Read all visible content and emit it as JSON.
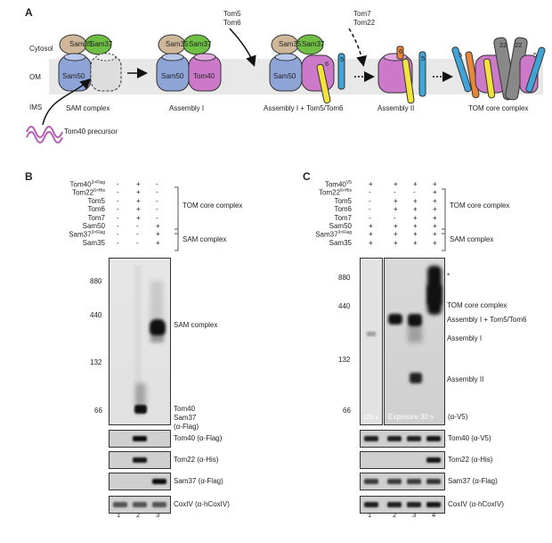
{
  "panel_a": {
    "label": "A",
    "compartments": {
      "cytosol": "Cytosol",
      "om": "OM",
      "ims": "IMS"
    },
    "proteins": {
      "sam35": "Sam35",
      "sam37": "Sam37",
      "sam50": "Sam50",
      "tom40": "Tom40"
    },
    "stage_labels": {
      "sam_complex": "SAM complex",
      "assembly1": "Assembly I",
      "assembly1_tom56": "Assembly I + Tom5/Tom6",
      "assembly2": "Assembly II",
      "tom_core": "TOM core complex"
    },
    "precursor": "Tom40 precursor",
    "arrow_tom5_6": [
      "Tom5",
      "Tom6"
    ],
    "arrow_tom7_22": [
      "Tom7",
      "Tom22"
    ],
    "mini": {
      "n5": "5",
      "n6": "6",
      "n22": "22"
    }
  },
  "panel_b": {
    "label": "B",
    "rows": [
      {
        "name": "Tom40",
        "sup": "3×Flag",
        "vals": [
          "-",
          "+",
          "-"
        ]
      },
      {
        "name": "Tom22",
        "sup": "6×His",
        "vals": [
          "-",
          "+",
          "-"
        ]
      },
      {
        "name": "Tom5",
        "sup": "",
        "vals": [
          "-",
          "+",
          "-"
        ]
      },
      {
        "name": "Tom6",
        "sup": "",
        "vals": [
          "-",
          "+",
          "-"
        ]
      },
      {
        "name": "Tom7",
        "sup": "",
        "vals": [
          "-",
          "+",
          "-"
        ]
      },
      {
        "name": "Sam50",
        "sup": "",
        "vals": [
          "-",
          "-",
          "+"
        ]
      },
      {
        "name": "Sam37",
        "sup": "3×Flag",
        "vals": [
          "-",
          "-",
          "+"
        ]
      },
      {
        "name": "Sam35",
        "sup": "",
        "vals": [
          "-",
          "-",
          "+"
        ]
      }
    ],
    "bracket_tom": "TOM core complex",
    "bracket_sam": "SAM complex",
    "markers": [
      "880",
      "440",
      "132",
      "66"
    ],
    "band_labels": {
      "sam": "SAM complex",
      "tom40": "Tom40",
      "sam37": "Sam37",
      "antibody": "(α-Flag)"
    },
    "strips": [
      "Tom40 (α-Flag)",
      "Tom22 (α-His)",
      "Sam37 (α-Flag)",
      "CoxIV (α-hCoxIV)"
    ],
    "lanes": [
      "1",
      "2",
      "3"
    ]
  },
  "panel_c": {
    "label": "C",
    "rows": [
      {
        "name": "Tom40",
        "sup": "V5",
        "vals": [
          "+",
          "+",
          "+",
          "+"
        ]
      },
      {
        "name": "Tom22",
        "sup": "6×His",
        "vals": [
          "-",
          "-",
          "-",
          "+"
        ]
      },
      {
        "name": "Tom5",
        "sup": "",
        "vals": [
          "-",
          "+",
          "+",
          "+"
        ]
      },
      {
        "name": "Tom6",
        "sup": "",
        "vals": [
          "-",
          "+",
          "+",
          "+"
        ]
      },
      {
        "name": "Tom7",
        "sup": "",
        "vals": [
          "-",
          "-",
          "+",
          "+"
        ]
      },
      {
        "name": "Sam50",
        "sup": "",
        "vals": [
          "+",
          "+",
          "+",
          "+"
        ]
      },
      {
        "name": "Sam37",
        "sup": "3×Flag",
        "vals": [
          "+",
          "+",
          "+",
          "+"
        ]
      },
      {
        "name": "Sam35",
        "sup": "",
        "vals": [
          "+",
          "+",
          "+",
          "+"
        ]
      }
    ],
    "bracket_tom": "TOM core complex",
    "bracket_sam": "SAM complex",
    "markers": [
      "880",
      "440",
      "132",
      "66"
    ],
    "asterisk": "*",
    "band_labels": {
      "tom_core": "TOM core complex",
      "asm1_tom56": "Assembly I + Tom5/Tom6",
      "asm1": "Assembly I",
      "asm2": "Assembly II",
      "antibody": "(α-V5)"
    },
    "exposure_short": "120 s",
    "exposure_long": "Exposure 30 s",
    "strips": [
      "Tom40 (α-V5)",
      "Tom22 (α-His)",
      "Sam37 (α-Flag)",
      "CoxIV (α-hCoxIV)"
    ],
    "lanes": [
      "1",
      "2",
      "3",
      "4"
    ]
  }
}
